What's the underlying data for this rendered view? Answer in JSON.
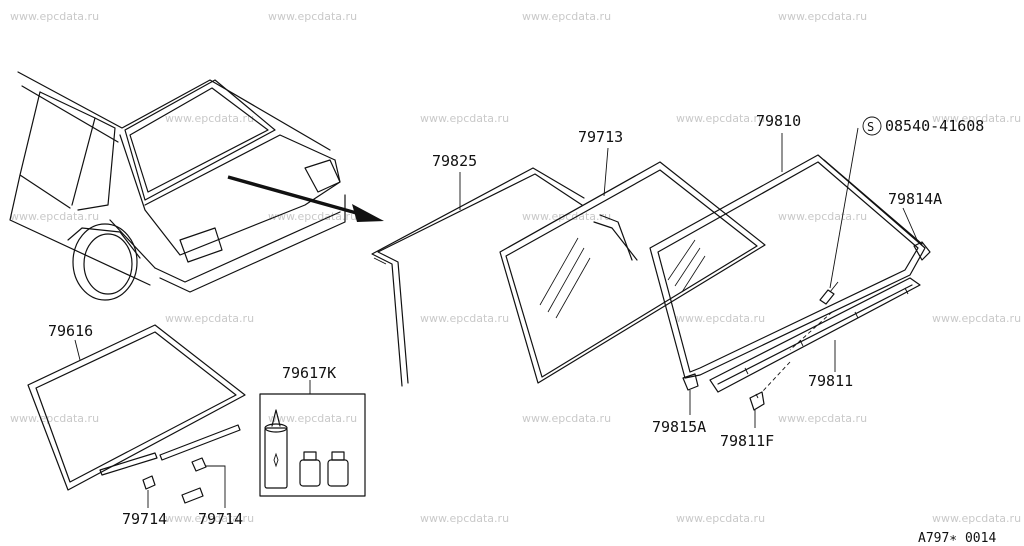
{
  "watermark": "www.epcdata.ru",
  "colors": {
    "ink": "#111111",
    "watermark": "#c9c9c9",
    "background": "#ffffff"
  },
  "labels": {
    "p79825": "79825",
    "p79713": "79713",
    "p79810": "79810",
    "screw": "08540-41608",
    "screw_symbol": "S",
    "p79814A": "79814A",
    "p79616": "79616",
    "p79617K": "79617K",
    "p79811": "79811",
    "p79815A": "79815A",
    "p79811F": "79811F",
    "p79714_left": "79714",
    "p79714_right": "79714"
  },
  "diagram_code": "A797∗ 0014"
}
